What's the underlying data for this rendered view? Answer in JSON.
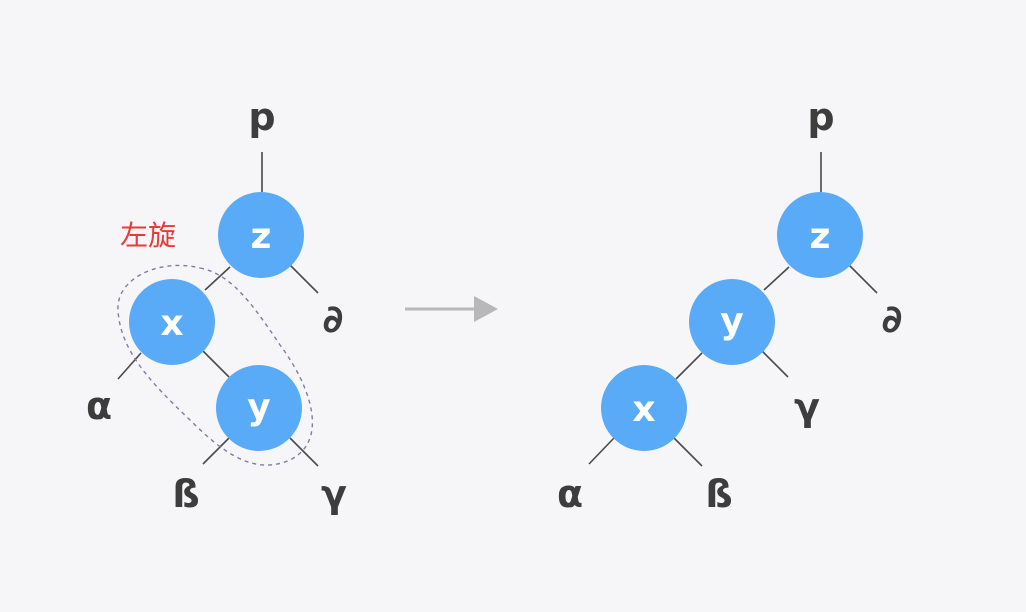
{
  "annotation": "左旋",
  "colors": {
    "node": "#5aabf7",
    "annotation": "#e43b3b",
    "arrow": "#b8b8b8",
    "edge": "#4a4a4a"
  },
  "left_tree": {
    "parent": "p",
    "z": "z",
    "x": "x",
    "y": "y",
    "z_right": "∂",
    "x_left": "α",
    "y_left": "ß",
    "y_right": "γ"
  },
  "right_tree": {
    "parent": "p",
    "z": "z",
    "y": "y",
    "x": "x",
    "z_right": "∂",
    "y_right": "γ",
    "x_left": "α",
    "x_right": "ß"
  }
}
